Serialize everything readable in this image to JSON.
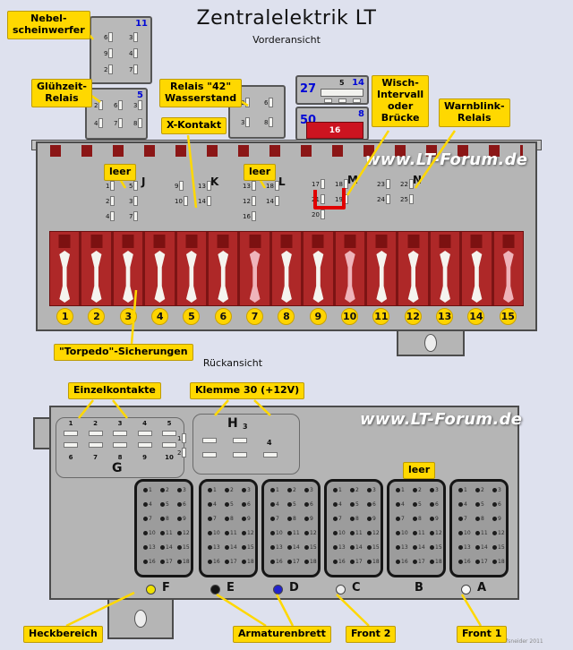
{
  "title": "Zentralelektrik LT",
  "front_view_label": "Vorderansicht",
  "rear_view_label": "Rückansicht",
  "watermark": "www.LT-Forum.de",
  "credit": "Timo Schafsneider 2011",
  "callouts": {
    "nebel": "Nebel-\nscheinwerfer",
    "gluehzeit": "Glühzeit-\nRelais",
    "relais42": "Relais \"42\"\nWasserstand",
    "xkontakt": "X-Kontakt",
    "wisch": "Wisch-\nIntervall\noder\nBrücke",
    "warnblink": "Warnblink-\nRelais",
    "leer_front_left": "leer",
    "leer_front_mid": "leer",
    "leer_rear": "leer",
    "torpedo": "\"Torpedo\"-Sicherungen",
    "einzelkontakte": "Einzelkontakte",
    "klemme30": "Klemme 30 (+12V)",
    "heckbereich": "Heckbereich",
    "armaturenbrett": "Armaturenbrett",
    "front2": "Front 2",
    "front1": "Front 1"
  },
  "relay_sockets": {
    "a": {
      "id": "11",
      "pins": [
        "6",
        "3",
        "9",
        "4",
        "2",
        "7"
      ]
    },
    "b": {
      "id": "5",
      "pins": [
        "2",
        "6",
        "3",
        "4",
        "7",
        "8"
      ]
    },
    "c": {
      "pins": [
        "2",
        "6",
        "3",
        "8"
      ]
    },
    "d": {
      "id_left": "27",
      "id_right": "14",
      "bridge_label": "5"
    },
    "e": {
      "id_left": "50",
      "id_right": "8",
      "relay_label": "16"
    }
  },
  "front_panel": {
    "groups": [
      {
        "letter": "J",
        "pins": [
          "1",
          "5",
          "2",
          "3",
          "4",
          "7"
        ]
      },
      {
        "letter": "K",
        "pins": [
          "9",
          "13",
          "10",
          "14"
        ]
      },
      {
        "letter": "L",
        "pins": [
          "13",
          "18",
          "12",
          "14",
          "16"
        ]
      },
      {
        "letter": "M",
        "pins": [
          "17",
          "18",
          "21",
          "19",
          "20"
        ]
      },
      {
        "letter": "N",
        "pins": [
          "23",
          "22",
          "24",
          "25"
        ]
      }
    ],
    "fuse_numbers": [
      "1",
      "2",
      "3",
      "4",
      "5",
      "6",
      "7",
      "8",
      "9",
      "10",
      "11",
      "12",
      "13",
      "14",
      "15"
    ],
    "pink_fuses": [
      7,
      10,
      15
    ]
  },
  "rear_panel": {
    "g_area": {
      "letter": "G",
      "top_numbers": [
        "1",
        "2",
        "3",
        "4",
        "5"
      ],
      "bottom_numbers": [
        "6",
        "7",
        "8",
        "9",
        "10"
      ]
    },
    "h_area": {
      "letter": "H",
      "pin_labels": [
        "3",
        "4"
      ],
      "side_pins": [
        "1",
        "2"
      ]
    },
    "blocks": [
      {
        "letter": "F",
        "dot": "#f0e200"
      },
      {
        "letter": "E",
        "dot": "#141414"
      },
      {
        "letter": "D",
        "dot": "#2222cc"
      },
      {
        "letter": "C",
        "dot": "#ececec"
      },
      {
        "letter": "B",
        "dot": ""
      },
      {
        "letter": "A",
        "dot": "#f8f8f8"
      }
    ],
    "block_pin_count": 18
  }
}
